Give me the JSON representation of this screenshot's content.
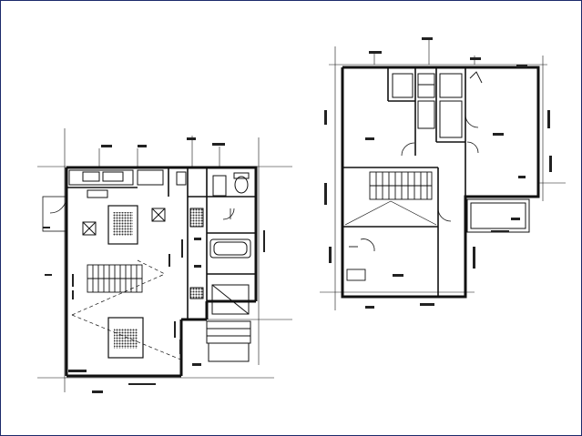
{
  "image": {
    "kind": "architectural floor plan drawing",
    "plans": [
      {
        "id": "first-floor"
      },
      {
        "id": "second-floor"
      }
    ]
  },
  "colors": {
    "frame": "#1c2a6b",
    "ink": "#111111",
    "paper": "#ffffff",
    "hatch": "#333333"
  }
}
